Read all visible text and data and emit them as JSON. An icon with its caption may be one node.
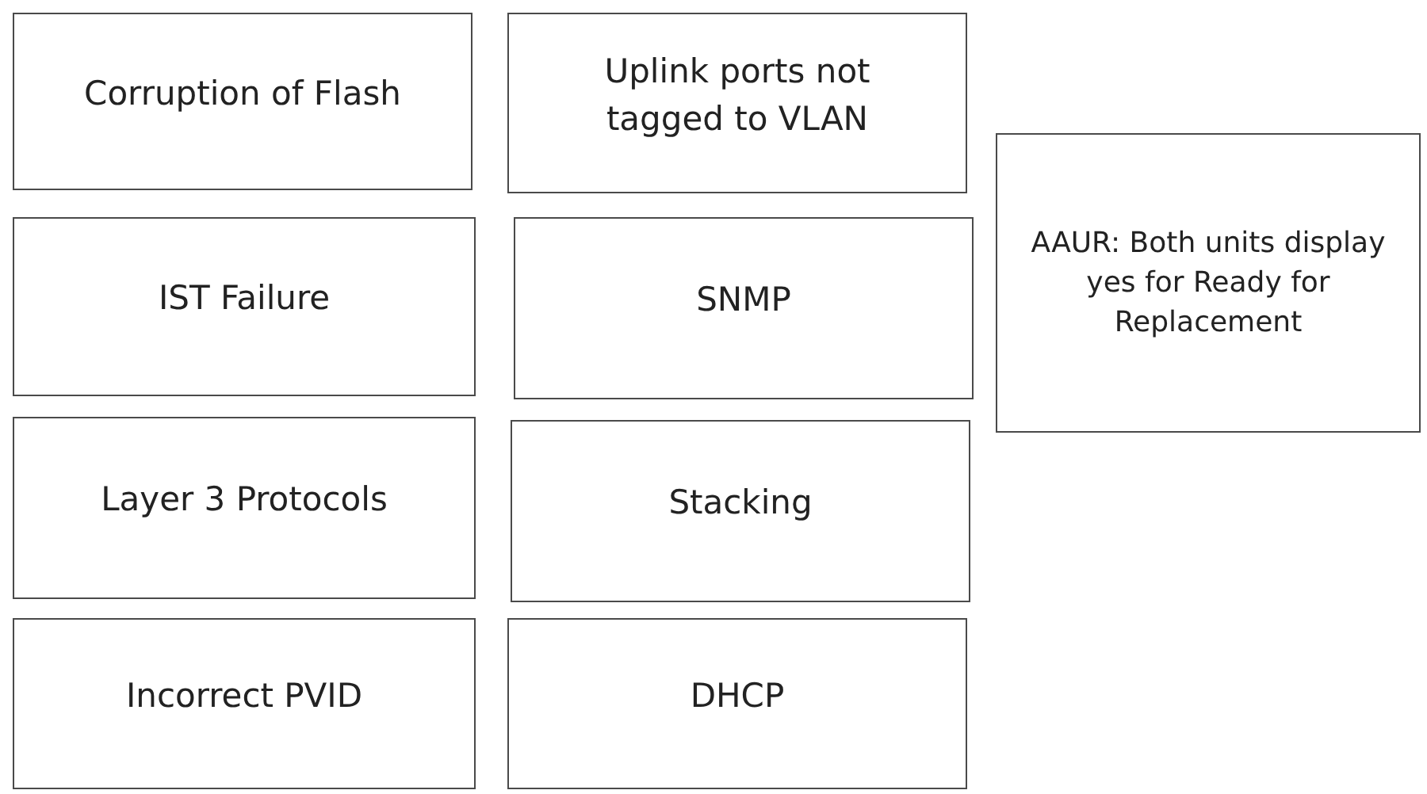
{
  "diagram": {
    "nodes": [
      {
        "text": [
          "Corruption of Flash"
        ]
      },
      {
        "text": [
          "Uplink ports not tagged to VLAN"
        ]
      },
      {
        "text": [
          "AAUR: Both units display yes for Ready for Replacement"
        ]
      },
      {
        "text": [
          "IST Failure"
        ]
      },
      {
        "text": [
          "SNMP"
        ]
      },
      {
        "text": [
          "Layer 3 Protocols"
        ]
      },
      {
        "text": [
          "Stacking"
        ]
      },
      {
        "text": [
          "Incorrect PVID"
        ]
      },
      {
        "text": [
          "DHCP"
        ]
      }
    ]
  }
}
